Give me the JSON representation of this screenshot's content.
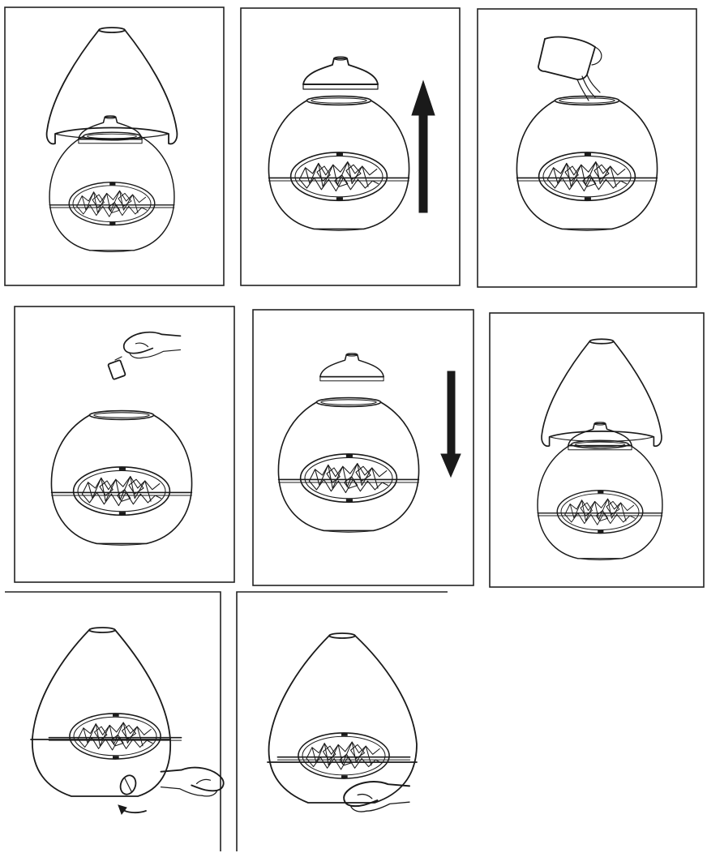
{
  "colors": {
    "ink": "#1a1a1a",
    "frame": "#222222",
    "background": "#ffffff"
  },
  "steps": [
    {
      "index": 1,
      "depicts": [
        "cover",
        "lid",
        "body"
      ]
    },
    {
      "index": 2,
      "depicts": [
        "lid",
        "body",
        "up-arrow"
      ]
    },
    {
      "index": 3,
      "depicts": [
        "pitcher",
        "water-stream",
        "body"
      ]
    },
    {
      "index": 4,
      "depicts": [
        "hand",
        "oil-bottle",
        "body"
      ]
    },
    {
      "index": 5,
      "depicts": [
        "lid",
        "body",
        "down-arrow"
      ]
    },
    {
      "index": 6,
      "depicts": [
        "cover",
        "lid",
        "body"
      ]
    },
    {
      "index": 7,
      "depicts": [
        "cover-on",
        "hand",
        "knob",
        "rotate-arrow"
      ]
    },
    {
      "index": 8,
      "depicts": [
        "cover-on",
        "hand"
      ]
    }
  ]
}
